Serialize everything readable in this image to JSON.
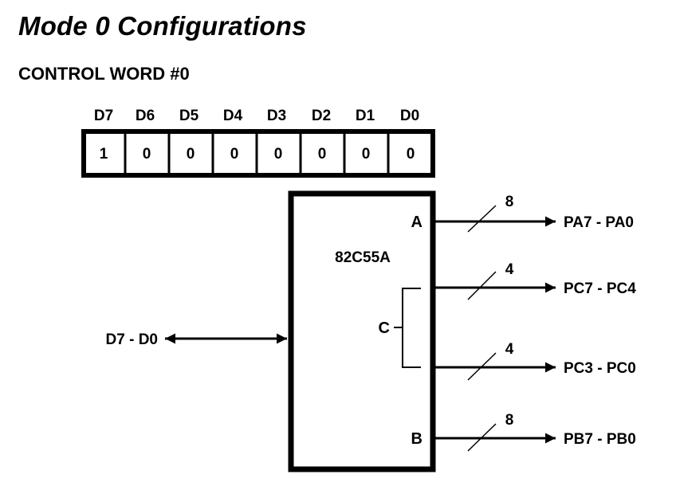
{
  "title": "Mode 0 Configurations",
  "subtitle": "CONTROL WORD #0",
  "control_word": {
    "bit_labels": [
      "D7",
      "D6",
      "D5",
      "D4",
      "D3",
      "D2",
      "D1",
      "D0"
    ],
    "bit_values": [
      "1",
      "0",
      "0",
      "0",
      "0",
      "0",
      "0",
      "0"
    ]
  },
  "chip": {
    "name": "82C55A",
    "port_a_label": "A",
    "port_b_label": "B",
    "port_c_label": "C"
  },
  "data_bus": {
    "label": "D7 - D0"
  },
  "outputs": [
    {
      "port": "A",
      "width": "8",
      "label": "PA7 - PA0"
    },
    {
      "port": "C-upper",
      "width": "4",
      "label": "PC7 - PC4"
    },
    {
      "port": "C-lower",
      "width": "4",
      "label": "PC3 - PC0"
    },
    {
      "port": "B",
      "width": "8",
      "label": "PB7 - PB0"
    }
  ]
}
